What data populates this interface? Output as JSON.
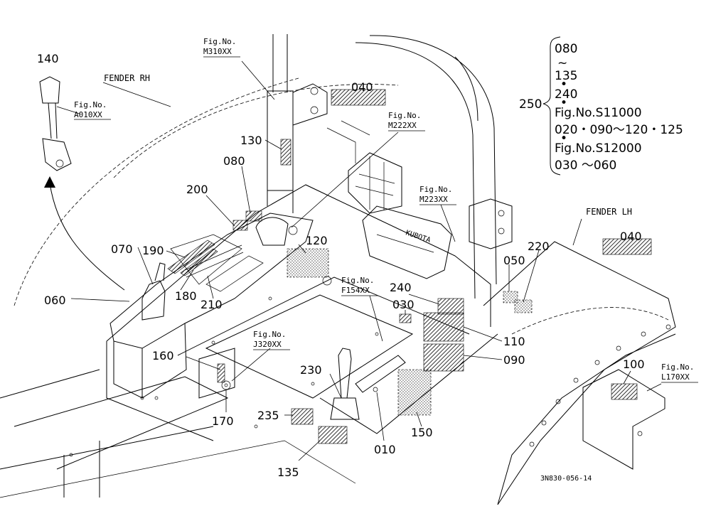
{
  "callouts": {
    "c140": "140",
    "c040a": "040",
    "c040b": "040",
    "c130": "130",
    "c080": "080",
    "c200": "200",
    "c070": "070",
    "c190": "190",
    "c060": "060",
    "c180": "180",
    "c210": "210",
    "c120": "120",
    "c240": "240",
    "c030": "030",
    "c050": "050",
    "c220": "220",
    "c110": "110",
    "c090": "090",
    "c160": "160",
    "c230": "230",
    "c170": "170",
    "c235": "235",
    "c010": "010",
    "c150": "150",
    "c135": "135",
    "c100": "100",
    "c250": "250"
  },
  "region_labels": {
    "fender_rh": "FENDER RH",
    "fender_lh": "FENDER LH"
  },
  "fig_refs": {
    "a010": {
      "label": "Fig.No.",
      "code": "A010XX"
    },
    "m310": {
      "label": "Fig.No.",
      "code": "M310XX"
    },
    "m222": {
      "label": "Fig.No.",
      "code": "M222XX"
    },
    "m223": {
      "label": "Fig.No.",
      "code": "M223XX"
    },
    "f154": {
      "label": "Fig.No.",
      "code": "F154XX"
    },
    "j320": {
      "label": "Fig.No.",
      "code": "J320XX"
    },
    "l170": {
      "label": "Fig.No.",
      "code": "L170XX"
    }
  },
  "set_list": {
    "line1": "080",
    "tilde": "~",
    "line2": "135",
    "dot1": "•",
    "line3": "240",
    "dot2": "•",
    "line4": "Fig.No.S11000",
    "line5": "020・090〜120・125",
    "dot3": "•",
    "line6": "Fig.No.S12000",
    "line7": "030 〜060"
  },
  "drawing_code": "3N830-056-14",
  "colors": {
    "ink": "#000000",
    "paper": "#ffffff"
  }
}
